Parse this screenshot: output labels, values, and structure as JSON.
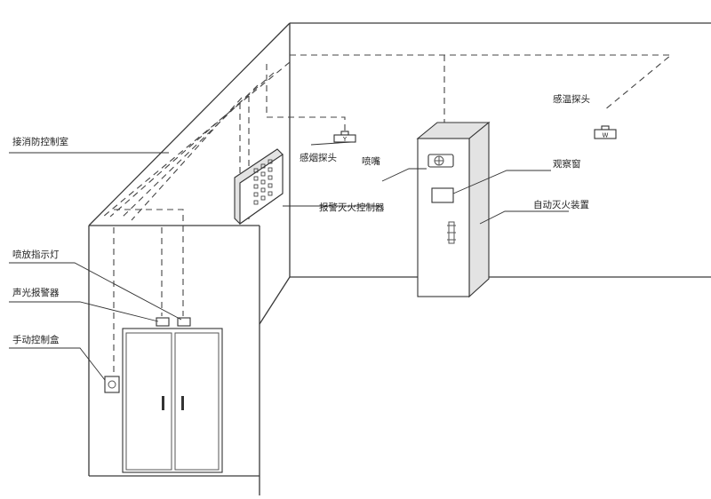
{
  "labels": {
    "control_room": "接消防控制室",
    "smoke_detector": "感烟探头",
    "nozzle": "喷嘴",
    "alarm_controller": "报警灭火控制器",
    "observation_window": "观察窗",
    "auto_extinguisher": "自动灭火装置",
    "heat_detector": "感温探头",
    "spray_indicator": "喷放指示灯",
    "sound_light_alarm": "声光报警器",
    "manual_control_box": "手动控制盒"
  },
  "symbols": {
    "smoke_detector_mark": "Y",
    "heat_detector_mark": "W"
  }
}
